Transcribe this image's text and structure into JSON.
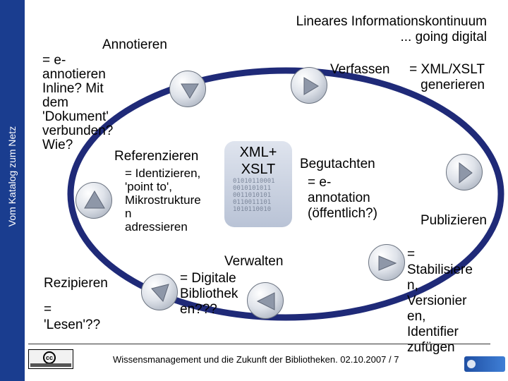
{
  "sidebar": {
    "label": "Vom Katalog zum Netz"
  },
  "title": "Lineares Informationskontinuum\n... going digital",
  "stages": {
    "annotieren": {
      "heading": "Annotieren",
      "detail": "= e-\nannotieren\nInline? Mit\ndem\n'Dokument'\nverbunden?\nWie?"
    },
    "referenzieren": {
      "heading": "Referenzieren",
      "detail": "= Identizieren,\n'point to',\nMikrostrukture\nn\nadressieren"
    },
    "verfassen": {
      "heading": "Verfassen",
      "detail": "= XML/XSLT\ngenerieren"
    },
    "begutachten": {
      "heading": "Begutachten",
      "detail": "= e-\nannotation\n(öffentlich?)"
    },
    "publizieren": {
      "heading": "Publizieren",
      "detail": "=\nStabilisiere\nn,\nVersionier\nen,\nIdentifier\nzufügen"
    },
    "verwalten": {
      "heading": "Verwalten",
      "detail": "= Digitale\nBibliothek\nen???"
    },
    "rezipieren": {
      "heading": "Rezipieren",
      "detail": "=\n'Lesen'??"
    }
  },
  "center": {
    "label": "XML+\nXSLT",
    "bits": "01010110001\n0010101011\n0011010101\n0110011101\n1010110010"
  },
  "footer": {
    "text": "Wissensmanagement und die Zukunft der Bibliotheken. 02.10.2007 / 7"
  },
  "logos": {
    "cc_mark": "cc"
  },
  "colors": {
    "sidebar": "#1a3d8f",
    "ring": "#1f2a78",
    "node_gray": "#9aa3b2"
  },
  "icons": [
    "play-triangle-icon"
  ]
}
